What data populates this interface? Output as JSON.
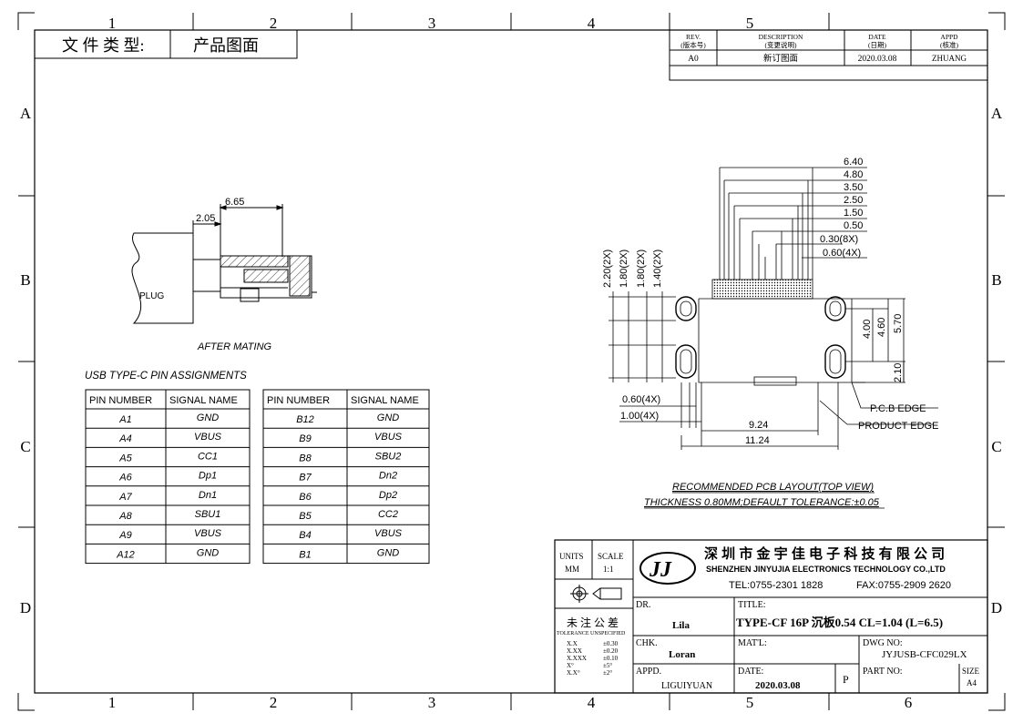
{
  "frame": {
    "cols": [
      "1",
      "2",
      "3",
      "4",
      "5",
      "6"
    ],
    "rows": [
      "A",
      "B",
      "C",
      "D"
    ]
  },
  "header": {
    "doc_type_label": "文 件 类 型:",
    "doc_type_value": "产品图面"
  },
  "revision": {
    "headers": [
      "REV.",
      "(版本号)",
      "DESCRIPTION",
      "(变更说明)",
      "DATE",
      "(日期)",
      "APPD",
      "(核准)"
    ],
    "row": {
      "rev": "A0",
      "desc": "新订图面",
      "date": "2020.03.08",
      "appd": "ZHUANG"
    }
  },
  "side_view": {
    "dim_total": "6.65",
    "dim_partial": "2.05",
    "plug_label": "PLUG",
    "caption": "AFTER MATING"
  },
  "pins": {
    "title": "USB TYPE-C PIN ASSIGNMENTS",
    "headers": [
      "PIN NUMBER",
      "SIGNAL NAME"
    ],
    "left": [
      [
        "A1",
        "GND"
      ],
      [
        "A4",
        "VBUS"
      ],
      [
        "A5",
        "CC1"
      ],
      [
        "A6",
        "Dp1"
      ],
      [
        "A7",
        "Dn1"
      ],
      [
        "A8",
        "SBU1"
      ],
      [
        "A9",
        "VBUS"
      ],
      [
        "A12",
        "GND"
      ]
    ],
    "right": [
      [
        "B12",
        "GND"
      ],
      [
        "B9",
        "VBUS"
      ],
      [
        "B8",
        "SBU2"
      ],
      [
        "B7",
        "Dn2"
      ],
      [
        "B6",
        "Dp2"
      ],
      [
        "B5",
        "CC2"
      ],
      [
        "B4",
        "VBUS"
      ],
      [
        "B1",
        "GND"
      ]
    ]
  },
  "pcb": {
    "top_dims": [
      "6.40",
      "4.80",
      "3.50",
      "2.50",
      "1.50",
      "0.50",
      "0.30(8X)",
      "0.60(4X)"
    ],
    "vert_dims": [
      "2.20(2X)",
      "1.80(2X)",
      "1.80(2X)",
      "1.40(2X)"
    ],
    "right_dims": [
      "4.00",
      "4.60",
      "5.70",
      "2.10"
    ],
    "left_dims": [
      "0.60(4X)",
      "1.00(4X)"
    ],
    "bottom_dims": [
      "9.24",
      "11.24"
    ],
    "pcb_edge": "P.C.B EDGE",
    "product_edge": "PRODUCT EDGE",
    "caption1": "RECOMMENDED PCB LAYOUT(TOP VIEW)",
    "caption2": "THICKNESS 0.80MM;DEFAULT TOLERANCE:±0.05"
  },
  "title_block": {
    "units_label": "UNITS",
    "units_value": "MM",
    "scale_label": "SCALE",
    "scale_value": "1:1",
    "company_cn": "深 圳 市 金 宇 佳 电 子 科 技 有 限 公 司",
    "company_en": "SHENZHEN JINYUJIA ELECTRONICS TECHNOLOGY CO.,LTD",
    "tel": "TEL:0755-2301 1828",
    "fax": "FAX:0755-2909 2620",
    "tol_title": "未 注 公 差",
    "tol_sub": "TOLERANCE UNSPECIFIED",
    "tol_keys": [
      "X.X",
      "X.XX",
      "X.XXX",
      "X°",
      "X.X°"
    ],
    "tol_vals": [
      "±0.30",
      "±0.20",
      "±0.10",
      "±5°",
      "±2°"
    ],
    "dr_label": "DR.",
    "dr_value": "Lila",
    "chk_label": "CHK.",
    "chk_value": "Loran",
    "appd_label": "APPD.",
    "appd_value": "LIGUIYUAN",
    "title_label": "TITLE:",
    "title_value": "TYPE-CF 16P 沉板0.54 CL=1.04 (L=6.5)",
    "matl_label": "MAT'L:",
    "dwg_label": "DWG NO:",
    "dwg_value": "JYJUSB-CFC029LX",
    "date_label": "DATE:",
    "date_value": "2020.03.08",
    "p_mark": "P",
    "part_label": "PART NO:",
    "size_label": "SIZE",
    "size_value": "A4",
    "logo_text": "JJ"
  }
}
